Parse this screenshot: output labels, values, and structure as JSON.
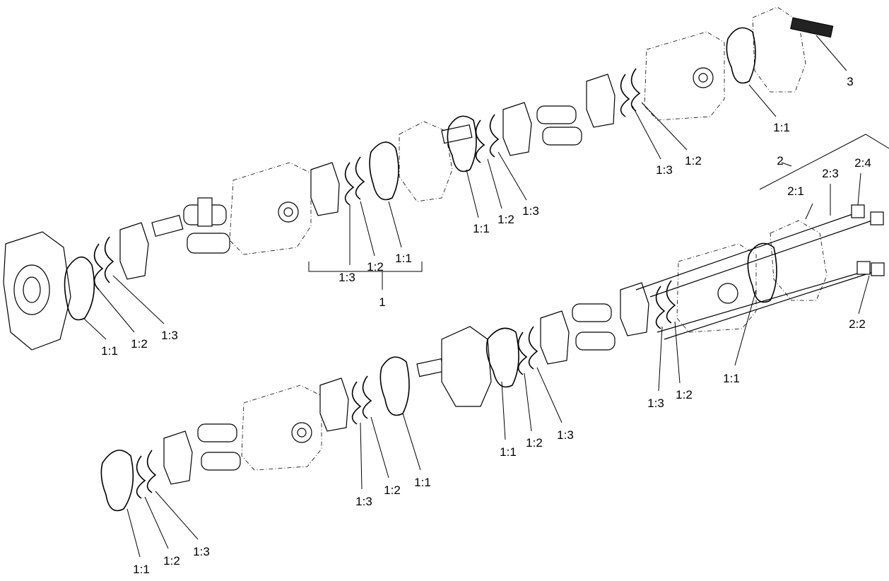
{
  "callouts": {
    "top": [
      "3",
      "1:1",
      "1:3",
      "1:2",
      "1:1",
      "1:2",
      "1:3",
      "1:3",
      "1:2",
      "1:1",
      "1",
      "1:1",
      "1:2",
      "1:3"
    ],
    "kit2": [
      "2",
      "2:1",
      "2:3",
      "2:4",
      "2:2"
    ],
    "bottom": [
      "1:1",
      "1:3",
      "1:2",
      "1:1",
      "1:2",
      "1:3",
      "1:3",
      "1:2",
      "1:1",
      "1:1",
      "1:2",
      "1:3"
    ]
  },
  "colors": {
    "line": "#000000",
    "background": "#ffffff"
  }
}
